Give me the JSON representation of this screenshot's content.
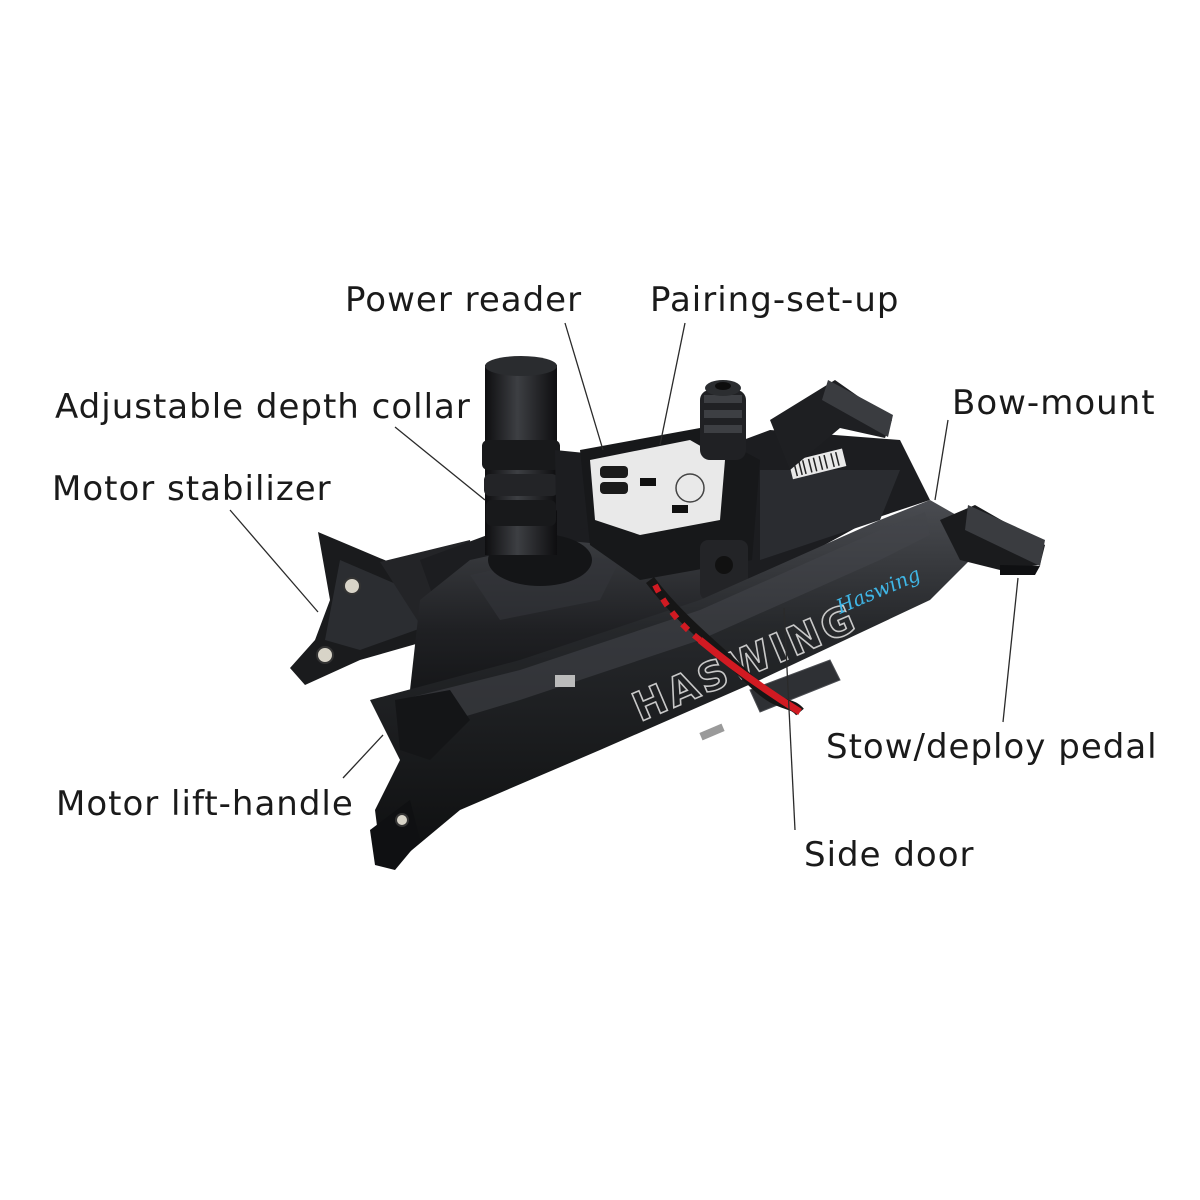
{
  "labels": {
    "power_reader": "Power reader",
    "pairing_setup": "Pairing-set-up",
    "depth_collar": "Adjustable depth collar",
    "bow_mount": "Bow-mount",
    "motor_stabilizer": "Motor stabilizer",
    "stow_deploy_pedal": "Stow/deploy pedal",
    "motor_lift_handle": "Motor lift-handle",
    "side_door": "Side door"
  },
  "product": {
    "brand_mark": "HASWING",
    "logo_script": "Haswing"
  },
  "colors": {
    "background": "#ffffff",
    "body": "#1b1c1e",
    "highlight": "#3a3c40",
    "cable_red": "#d11a22",
    "logo_blue": "#3fb6e6",
    "panel_label": "#e9e9e9"
  }
}
